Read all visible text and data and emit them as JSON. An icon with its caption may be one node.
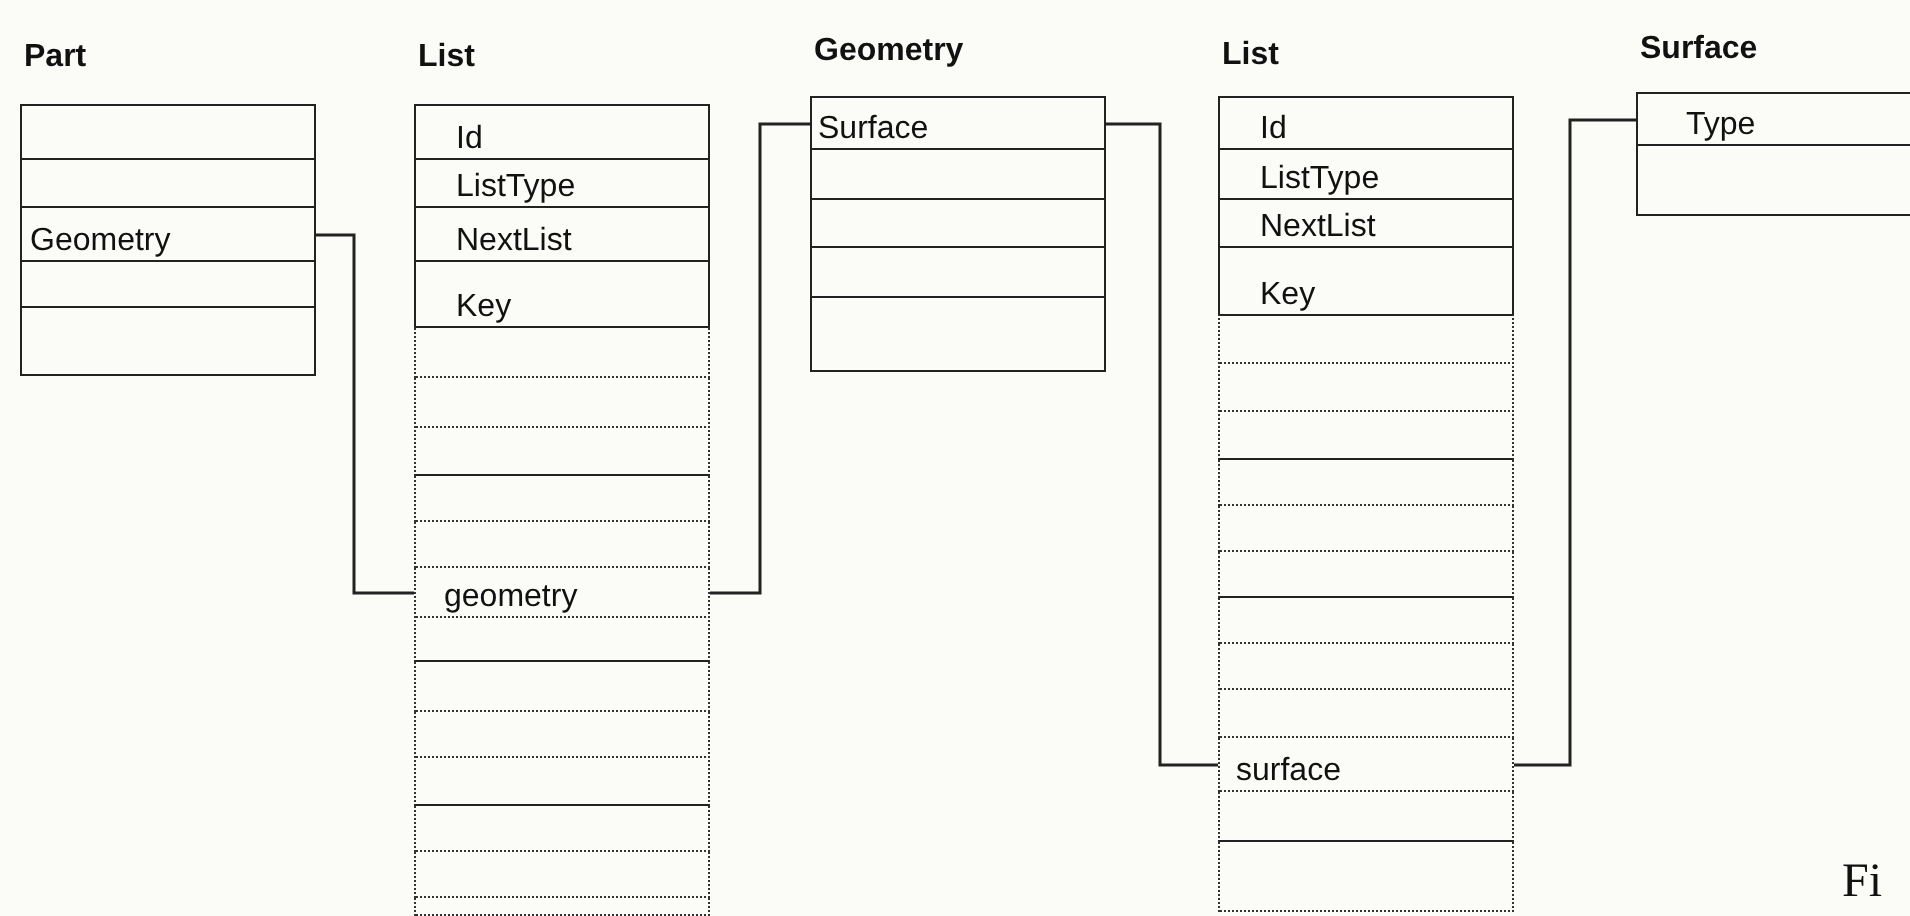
{
  "diagram": {
    "nodes": [
      {
        "text": [
          "Part"
        ]
      },
      {
        "text": [],
        "shape": "box",
        "in": 0
      },
      {
        "text": [],
        "shape": "box",
        "in": 0
      },
      {
        "text": [
          "Geometry"
        ],
        "in": 0
      },
      {
        "text": [],
        "shape": "box",
        "in": 0
      },
      {
        "text": [],
        "shape": "box",
        "in": 0
      },
      {
        "text": [
          "List"
        ]
      },
      {
        "text": [
          "Id"
        ],
        "in": 6
      },
      {
        "text": [
          "ListType"
        ],
        "in": 6
      },
      {
        "text": [
          "NextList"
        ],
        "in": 6
      },
      {
        "text": [
          "Key"
        ],
        "in": 6
      },
      {
        "text": [],
        "shape": "box",
        "in": 6
      },
      {
        "text": [],
        "shape": "box",
        "in": 6
      },
      {
        "text": [],
        "shape": "box",
        "in": 6
      },
      {
        "text": [],
        "shape": "box",
        "in": 6
      },
      {
        "text": [],
        "shape": "box",
        "in": 6
      },
      {
        "text": [
          "geometry"
        ],
        "in": 6
      },
      {
        "text": [],
        "shape": "box",
        "in": 6
      },
      {
        "text": [],
        "shape": "box",
        "in": 6
      },
      {
        "text": [],
        "shape": "box",
        "in": 6
      },
      {
        "text": [],
        "shape": "box",
        "in": 6
      },
      {
        "text": [],
        "shape": "box",
        "in": 6
      },
      {
        "text": [],
        "shape": "box",
        "in": 6
      },
      {
        "text": [],
        "shape": "box",
        "in": 6
      },
      {
        "text": [
          "Geometry"
        ]
      },
      {
        "text": [
          "Surface"
        ],
        "in": 24
      },
      {
        "text": [],
        "shape": "box",
        "in": 24
      },
      {
        "text": [],
        "shape": "box",
        "in": 24
      },
      {
        "text": [],
        "shape": "box",
        "in": 24
      },
      {
        "text": [],
        "shape": "box",
        "in": 24
      },
      {
        "text": [
          "List"
        ]
      },
      {
        "text": [
          "Id"
        ],
        "in": 30
      },
      {
        "text": [
          "ListType"
        ],
        "in": 30
      },
      {
        "text": [
          "NextList"
        ],
        "in": 30
      },
      {
        "text": [
          "Key"
        ],
        "in": 30
      },
      {
        "text": [],
        "shape": "box",
        "in": 30
      },
      {
        "text": [],
        "shape": "box",
        "in": 30
      },
      {
        "text": [],
        "shape": "box",
        "in": 30
      },
      {
        "text": [],
        "shape": "box",
        "in": 30
      },
      {
        "text": [],
        "shape": "box",
        "in": 30
      },
      {
        "text": [],
        "shape": "box",
        "in": 30
      },
      {
        "text": [],
        "shape": "box",
        "in": 30
      },
      {
        "text": [],
        "shape": "box",
        "in": 30
      },
      {
        "text": [],
        "shape": "box",
        "in": 30
      },
      {
        "text": [
          "surface"
        ],
        "in": 30
      },
      {
        "text": [],
        "shape": "box",
        "in": 30
      },
      {
        "text": [],
        "shape": "box",
        "in": 30
      },
      {
        "text": [
          "Surface"
        ]
      },
      {
        "text": [
          "Type"
        ],
        "in": 47
      },
      {
        "text": [],
        "shape": "box",
        "in": 47
      }
    ],
    "edges": [
      {
        "from": 3,
        "to": 16,
        "arrow": "none"
      },
      {
        "from": 16,
        "to": 25,
        "arrow": "none"
      },
      {
        "from": 25,
        "to": 44,
        "arrow": "none"
      },
      {
        "from": 44,
        "to": 48,
        "arrow": "none"
      }
    ],
    "labels": [
      "Fi"
    ]
  }
}
